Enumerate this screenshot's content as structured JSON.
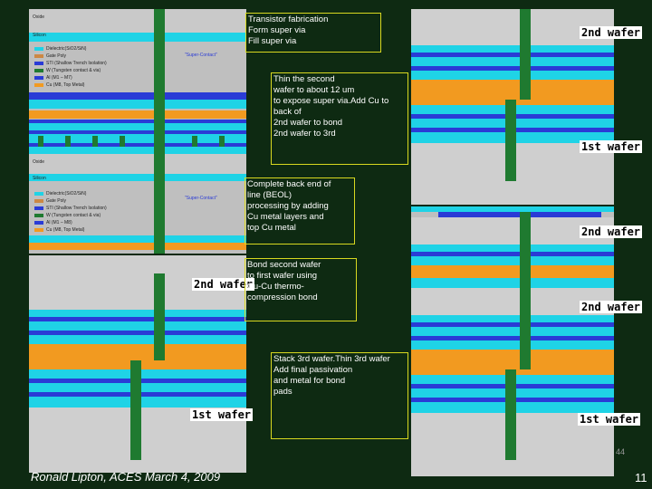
{
  "steps": [
    "Transistor fabrication\nForm super via\nFill super via",
    "Thin the second\nwafer to about 12 um\nto expose super via.Add Cu to\n        back of\n2nd wafer to bond\n2nd wafer to 3rd",
    "Complete back end of\n line (BEOL)\nprocessing by adding\nCu metal layers and\ntop Cu metal",
    "Bond second wafer\nto first wafer using\nCu-Cu thermo-\ncompression bond",
    "Stack 3rd wafer.Thin 3rd wafer\n       Add final passivation\nand metal for bond\npads"
  ],
  "wafer_labels": {
    "second": "2nd wafer",
    "first": "1st wafer"
  },
  "legend_top": {
    "oxide": "Oxide",
    "silicon": "Silicon",
    "super_contact": "\"Super-Contact\"",
    "items": [
      "Dielectric(SiO2/SiN)",
      "Gate Poly",
      "STI (Shallow Trench Isolation)",
      "W (Tungsten contact & via)",
      "Al (M1 – M7)",
      "Cu (M8, Top Metal)"
    ]
  },
  "legend_mid": {
    "oxide": "Oxide",
    "silicon": "Silicon",
    "super_contact": "\"Super-Contact\"",
    "items": [
      "Dielectric(SiO2/SiN)",
      "Gate Poly",
      "STI (Shallow Trench Isolation)",
      "W (Tungsten contact & via)",
      "Al (M1 – M8)",
      "Cu (M8, Top Metal)"
    ]
  },
  "footer": {
    "author": "Ronald Lipton, ACES March 4, 2009",
    "page": "11",
    "tiny": "44"
  },
  "colors": {
    "background": "#0e2a12",
    "cyan": "#1fd3e6",
    "blue": "#2a3bd6",
    "orange": "#f29a20",
    "green": "#1f7a30",
    "gray": "#b6b6b6",
    "step_border": "#d8d820"
  }
}
